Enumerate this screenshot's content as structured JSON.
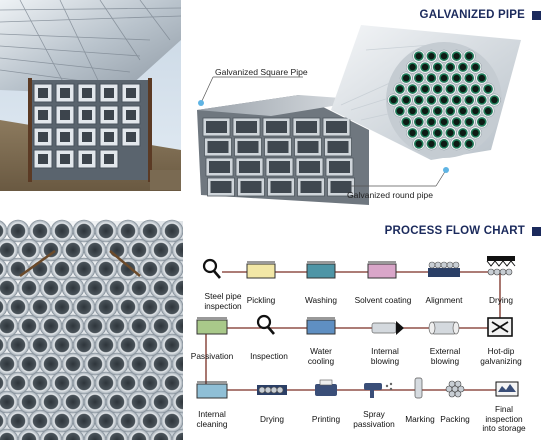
{
  "sections": {
    "galvanized_pipe_title": "GALVANIZED PIPE",
    "process_title": "PROCESS FLOW CHART"
  },
  "callouts": {
    "square_pipe": "Galvanized Square Pipe",
    "round_pipe": "Galvanized round pipe"
  },
  "steps": [
    {
      "line1": "Steel pipe",
      "line2": "inspection",
      "icon": "magnifier-icon"
    },
    {
      "line1": "Pickling",
      "line2": "",
      "icon": "yellow-tank-icon"
    },
    {
      "line1": "Washing",
      "line2": "",
      "icon": "teal-tank-icon"
    },
    {
      "line1": "Solvent coating",
      "line2": "",
      "icon": "pink-tank-icon"
    },
    {
      "line1": "Alignment",
      "line2": "",
      "icon": "pipe-tray-icon"
    },
    {
      "line1": "Drying",
      "line2": "",
      "icon": "drying-oven-icon"
    },
    {
      "line1": "Passivation",
      "line2": "",
      "icon": "green-tank-icon"
    },
    {
      "line1": "Inspection",
      "line2": "",
      "icon": "magnifier-icon"
    },
    {
      "line1": "Water",
      "line2": "cooling",
      "icon": "blue-tank-icon"
    },
    {
      "line1": "Internal",
      "line2": "blowing",
      "icon": "pipe-arrow-icon"
    },
    {
      "line1": "External",
      "line2": "blowing",
      "icon": "pipe-blower-icon"
    },
    {
      "line1": "Hot-dip",
      "line2": "galvanizing",
      "icon": "galvanizing-bath-icon"
    },
    {
      "line1": "Internal",
      "line2": "cleaning",
      "icon": "cleaning-tank-icon"
    },
    {
      "line1": "Drying",
      "line2": "",
      "icon": "drying-tray-icon"
    },
    {
      "line1": "Printing",
      "line2": "",
      "icon": "printer-icon"
    },
    {
      "line1": "Spray",
      "line2": "passivation",
      "icon": "spray-gun-icon"
    },
    {
      "line1": "Marking",
      "line2": "",
      "icon": "marker-icon"
    },
    {
      "line1": "Packing",
      "line2": "",
      "icon": "hex-bundle-icon"
    },
    {
      "line1": "Final",
      "line2": "inspection",
      "line3": "into storage",
      "icon": "storage-icon"
    }
  ],
  "colors": {
    "title_navy": "#1b2a5c",
    "flow_line": "#7a2e24",
    "pickling": "#f2e7a6",
    "washing": "#4e95a6",
    "solvent": "#d9a6c9",
    "passivation": "#a9c98a",
    "cooling": "#5f8fc2",
    "callout_dot": "#5fb4e4",
    "pipe_green": "#1f7a58"
  }
}
